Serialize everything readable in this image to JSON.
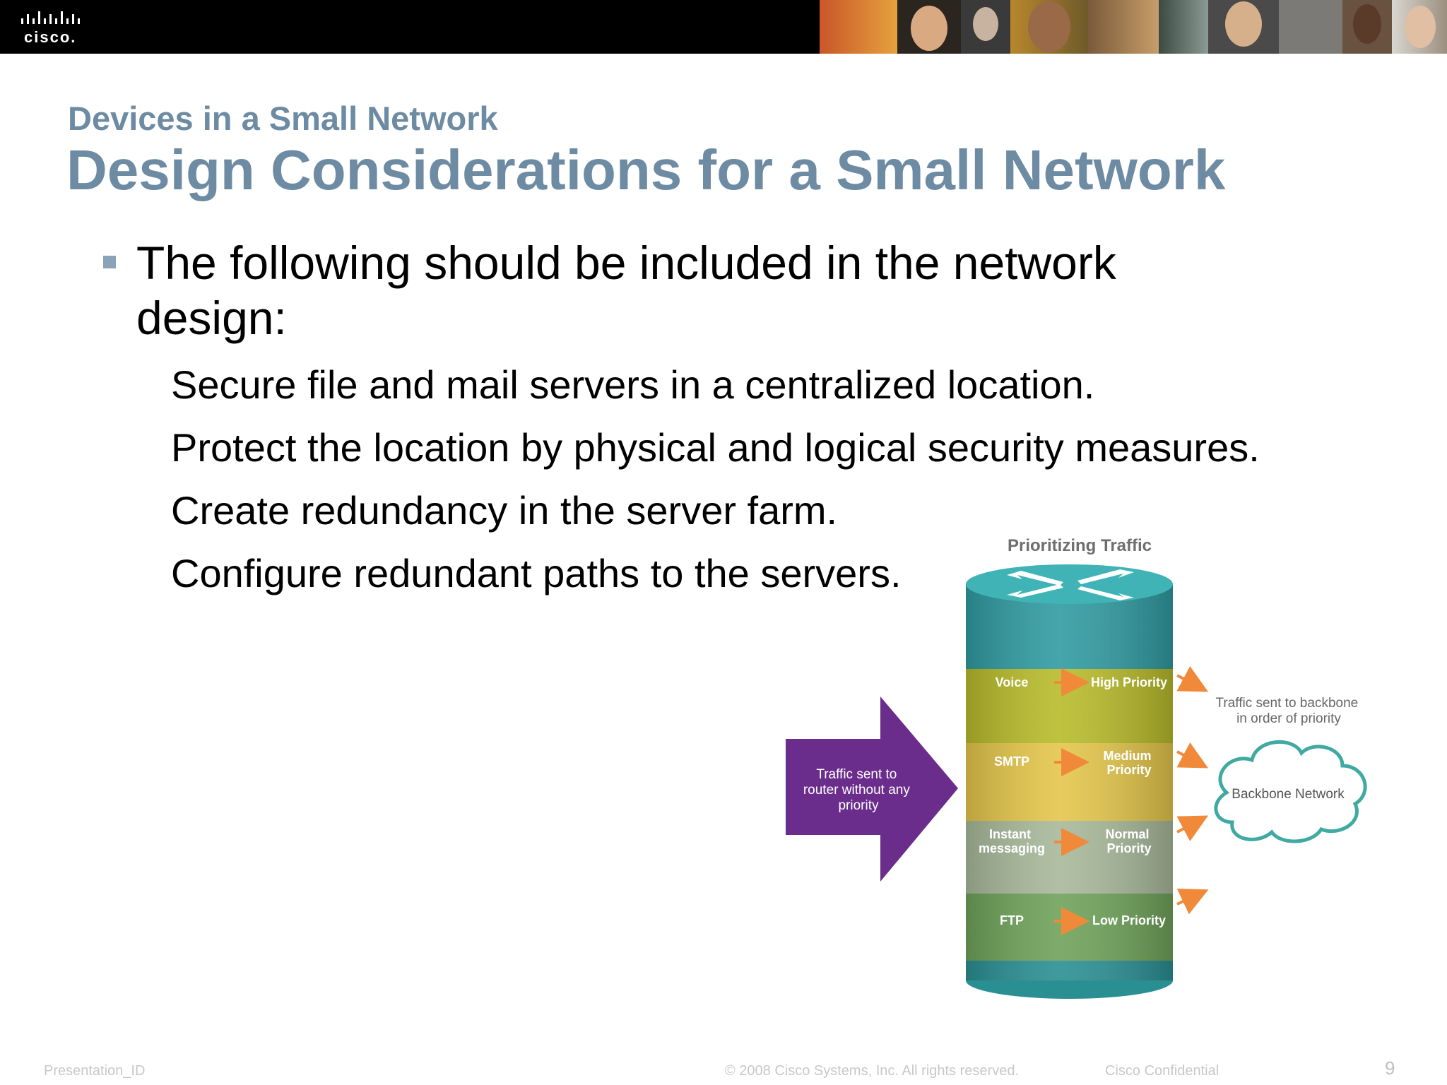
{
  "header": {
    "logo_text": "cisco."
  },
  "slide": {
    "subtitle": "Devices in a Small Network",
    "title": "Design Considerations for a Small Network",
    "bullet": "The following should be included in the network design:",
    "sub_items": [
      "Secure file and mail servers in a centralized location.",
      "Protect the location by physical and logical security measures.",
      "Create redundancy in the server farm.",
      "Configure redundant paths to the servers."
    ]
  },
  "diagram": {
    "title": "Prioritizing Traffic",
    "input_label": [
      "Traffic sent to",
      "router without any",
      "priority"
    ],
    "rows": [
      {
        "traffic": [
          "Voice"
        ],
        "priority": [
          "High Priority"
        ],
        "color": "#b8bb2a"
      },
      {
        "traffic": [
          "SMTP"
        ],
        "priority": [
          "Medium",
          "Priority"
        ],
        "color": "#e4c64a"
      },
      {
        "traffic": [
          "Instant",
          "messaging"
        ],
        "priority": [
          "Normal",
          "Priority"
        ],
        "color": "#a8b99a"
      },
      {
        "traffic": [
          "FTP"
        ],
        "priority": [
          "Low Priority"
        ],
        "color": "#6fa25a"
      }
    ],
    "output_label": [
      "Traffic sent to backbone",
      "in order of priority"
    ],
    "cloud_label": "Backbone Network",
    "colors": {
      "arrow": "#6b2d8c",
      "cylinder_top": "#2c9aa0",
      "cloud": "#3fa9a2",
      "accent": "#f08a3a"
    }
  },
  "footer": {
    "presentation_id": "Presentation_ID",
    "copyright": "© 2008 Cisco Systems, Inc. All rights reserved.",
    "confidential": "Cisco Confidential",
    "page_number": "9"
  }
}
